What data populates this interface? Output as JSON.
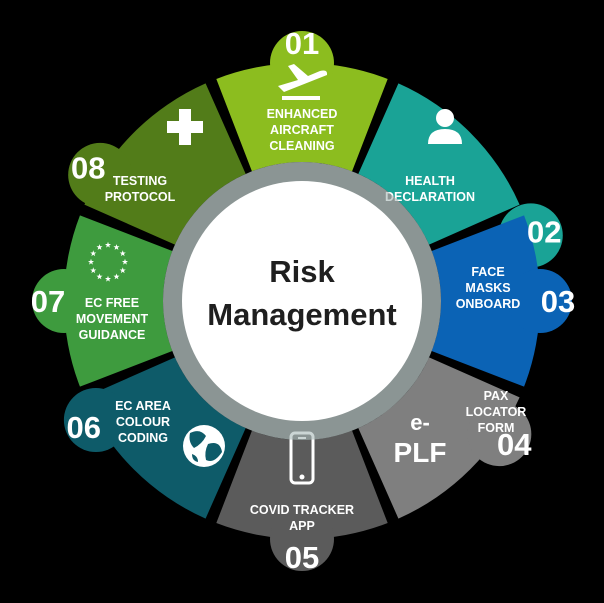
{
  "center": {
    "line1": "Risk",
    "line2": "Management"
  },
  "segments": [
    {
      "number": "01",
      "label_lines": [
        "ENHANCED",
        "AIRCRAFT",
        "CLEANING"
      ],
      "color": "#8cbd1f",
      "icon": "airplane-departure-icon"
    },
    {
      "number": "02",
      "label_lines": [
        "HEALTH",
        "DECLARATION"
      ],
      "color": "#1aa396",
      "icon": "person-icon"
    },
    {
      "number": "03",
      "label_lines": [
        "FACE",
        "MASKS",
        "ONBOARD"
      ],
      "color": "#0b63b5",
      "icon": "none"
    },
    {
      "number": "04",
      "label_lines": [
        "PAX",
        "LOCATOR",
        "FORM"
      ],
      "color": "#7f7f7f",
      "icon": "e-plf-text-icon",
      "icon_text": [
        "e-",
        "PLF"
      ]
    },
    {
      "number": "05",
      "label_lines": [
        "COVID TRACKER",
        "APP"
      ],
      "color": "#5b5b5b",
      "icon": "smartphone-icon"
    },
    {
      "number": "06",
      "label_lines": [
        "EC AREA",
        "COLOUR",
        "CODING"
      ],
      "color": "#0e5b69",
      "icon": "globe-icon"
    },
    {
      "number": "07",
      "label_lines": [
        "EC FREE",
        "MOVEMENT",
        "GUIDANCE"
      ],
      "color": "#3e9b3e",
      "icon": "eu-stars-icon"
    },
    {
      "number": "08",
      "label_lines": [
        "TESTING",
        "PROTOCOL"
      ],
      "color": "#527c19",
      "icon": "medical-cross-icon"
    }
  ]
}
